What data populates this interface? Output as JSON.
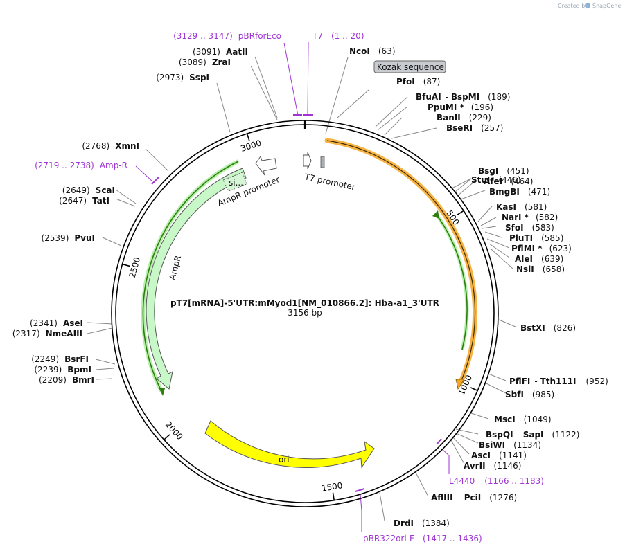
{
  "credit": {
    "prefix": "Created by",
    "brand": "SnapGene"
  },
  "plasmid": {
    "name": "pT7[mRNA]-5'UTR:mMyod1[NM_010866.2]: Hba-a1_3'UTR",
    "length_label": "3156 bp",
    "total_bp": 3156
  },
  "colors": {
    "backbone": "#000000",
    "ampr_fill": "#c8f7c8",
    "ori_fill": "#ffff00",
    "orange_arrow": "#f5a623",
    "green_arc": "#2e7d0e",
    "primer": "#a035d4",
    "leader": "#888888"
  },
  "ticks": [
    {
      "bp": 500,
      "label": "500"
    },
    {
      "bp": 1000,
      "label": "1000"
    },
    {
      "bp": 1500,
      "label": "1500"
    },
    {
      "bp": 2000,
      "label": "2000"
    },
    {
      "bp": 2500,
      "label": "2500"
    },
    {
      "bp": 3000,
      "label": "3000"
    }
  ],
  "features": {
    "t7_promoter": "T7 promoter",
    "ampr_promoter": "AmpR promoter",
    "ampr": "AmpR",
    "ori": "ori",
    "signal": "si...",
    "kozak": "Kozak sequence"
  },
  "sites": [
    {
      "id": "ncoi",
      "name": "NcoI",
      "pos": "(63)"
    },
    {
      "id": "pfoi",
      "name": "PfoI",
      "pos": "(87)"
    },
    {
      "id": "bfuai",
      "name": "BfuAI",
      "extra": "BspMI",
      "pos": "(189)"
    },
    {
      "id": "ppumi",
      "name": "PpuMI *",
      "pos": "(196)"
    },
    {
      "id": "banii",
      "name": "BanII",
      "pos": "(229)"
    },
    {
      "id": "bseri",
      "name": "BseRI",
      "pos": "(257)"
    },
    {
      "id": "stui",
      "name": "StuI",
      "pos": "(446)"
    },
    {
      "id": "bsgi",
      "name": "BsgI",
      "pos": "(451)"
    },
    {
      "id": "afei",
      "name": "AfeI",
      "pos": "(464)"
    },
    {
      "id": "bmgbi",
      "name": "BmgBI",
      "pos": "(471)"
    },
    {
      "id": "kasi",
      "name": "KasI",
      "pos": "(581)"
    },
    {
      "id": "nari",
      "name": "NarI *",
      "pos": "(582)"
    },
    {
      "id": "sfoi",
      "name": "SfoI",
      "pos": "(583)"
    },
    {
      "id": "pluti",
      "name": "PluTI",
      "pos": "(585)"
    },
    {
      "id": "pflmi",
      "name": "PflMI *",
      "pos": "(623)"
    },
    {
      "id": "alei",
      "name": "AleI",
      "pos": "(639)"
    },
    {
      "id": "nsii",
      "name": "NsiI",
      "pos": "(658)"
    },
    {
      "id": "bstxi",
      "name": "BstXI",
      "pos": "(826)"
    },
    {
      "id": "pflfi",
      "name": "PflFI",
      "extra": "Tth111I",
      "pos": "(952)"
    },
    {
      "id": "sbfi",
      "name": "SbfI",
      "pos": "(985)"
    },
    {
      "id": "msci",
      "name": "MscI",
      "pos": "(1049)"
    },
    {
      "id": "bspqi",
      "name": "BspQI",
      "extra": "SapI",
      "pos": "(1122)"
    },
    {
      "id": "bsiwi",
      "name": "BsiWI",
      "pos": "(1134)"
    },
    {
      "id": "asci",
      "name": "AscI",
      "pos": "(1141)"
    },
    {
      "id": "avrii",
      "name": "AvrII",
      "pos": "(1146)"
    },
    {
      "id": "afliii",
      "name": "AflIII",
      "extra": "PciI",
      "pos": "(1276)"
    },
    {
      "id": "drdi",
      "name": "DrdI",
      "pos": "(1384)"
    },
    {
      "id": "bmri",
      "name": "BmrI",
      "pos": "(2209)"
    },
    {
      "id": "bpmi",
      "name": "BpmI",
      "pos": "(2239)"
    },
    {
      "id": "bsrfi",
      "name": "BsrFI",
      "pos": "(2249)"
    },
    {
      "id": "nmeaiii",
      "name": "NmeAIII",
      "pos": "(2317)"
    },
    {
      "id": "asei",
      "name": "AseI",
      "pos": "(2341)"
    },
    {
      "id": "pvui",
      "name": "PvuI",
      "pos": "(2539)"
    },
    {
      "id": "tati",
      "name": "TatI",
      "pos": "(2647)"
    },
    {
      "id": "scai",
      "name": "ScaI",
      "pos": "(2649)"
    },
    {
      "id": "xmni",
      "name": "XmnI",
      "pos": "(2768)"
    },
    {
      "id": "sspi",
      "name": "SspI",
      "pos": "(2973)"
    },
    {
      "id": "zrai",
      "name": "ZraI",
      "pos": "(3089)"
    },
    {
      "id": "aatii",
      "name": "AatII",
      "pos": "(3091)"
    }
  ],
  "primers": [
    {
      "id": "pbrforeco",
      "name": "pBRforEco",
      "range": "(3129 .. 3147)"
    },
    {
      "id": "t7",
      "name": "T7",
      "range": "(1 .. 20)"
    },
    {
      "id": "ampr-primer",
      "name": "Amp-R",
      "range": "(2719 .. 2738)"
    },
    {
      "id": "l4440",
      "name": "L4440",
      "range": "(1166 .. 1183)"
    },
    {
      "id": "pbr322ori",
      "name": "pBR322ori-F",
      "range": "(1417 .. 1436)"
    }
  ]
}
